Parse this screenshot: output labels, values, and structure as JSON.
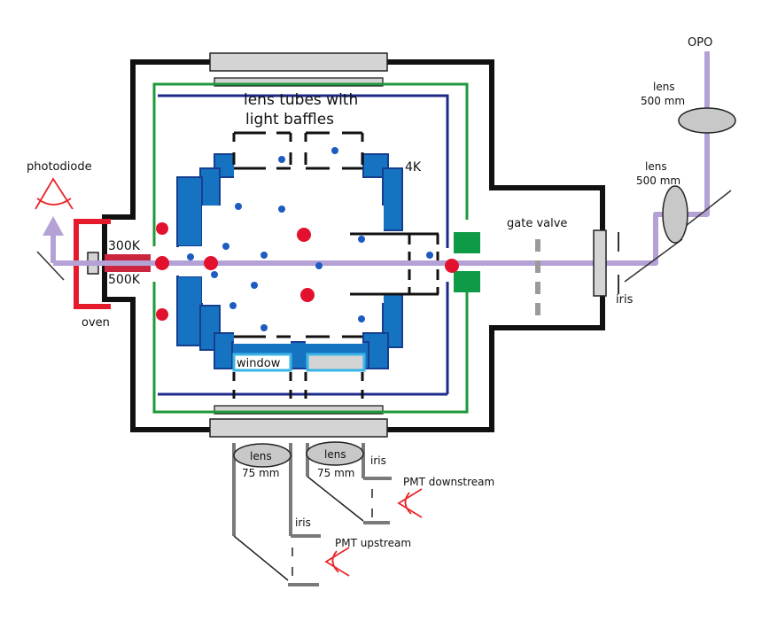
{
  "labels": {
    "lens_tubes_line1": "lens tubes with",
    "lens_tubes_line2": "light baffles",
    "four_k": "4K",
    "photodiode": "photodiode",
    "t300k": "300K",
    "t500k": "500K",
    "oven": "oven",
    "gate_valve": "gate valve",
    "iris_right": "iris",
    "opo": "OPO",
    "lens_top_1": "lens",
    "lens_top_2": "500 mm",
    "lens_mid_1": "lens",
    "lens_mid_2": "500 mm",
    "window": "window",
    "lens_bl_1": "lens",
    "lens_bl_2": "75 mm",
    "lens_br_1": "lens",
    "lens_br_2": "75 mm",
    "iris_bottom_right": "iris",
    "iris_bottom_left": "iris",
    "pmt_downstream": "PMT downstream",
    "pmt_upstream": "PMT upstream"
  },
  "colors": {
    "beam": "#b4a2d6",
    "chamber": "#111111",
    "shield_green": "#1f9a3b",
    "shield_navy": "#1e2a8a",
    "electrode_blue": "#1673c2",
    "electrode_dark": "#163e90",
    "ion_red": "#e2122e",
    "ion_blue": "#1e5bc0",
    "oven_red": "#e51b2b",
    "ablation_red": "#cc2540",
    "detector_red": "#e8262b",
    "flange_gray": "#d4d4d4",
    "mount_gray": "#7a7a7a",
    "electrode_green": "#0f9a48",
    "window_cyan": "#3ab5e6"
  }
}
